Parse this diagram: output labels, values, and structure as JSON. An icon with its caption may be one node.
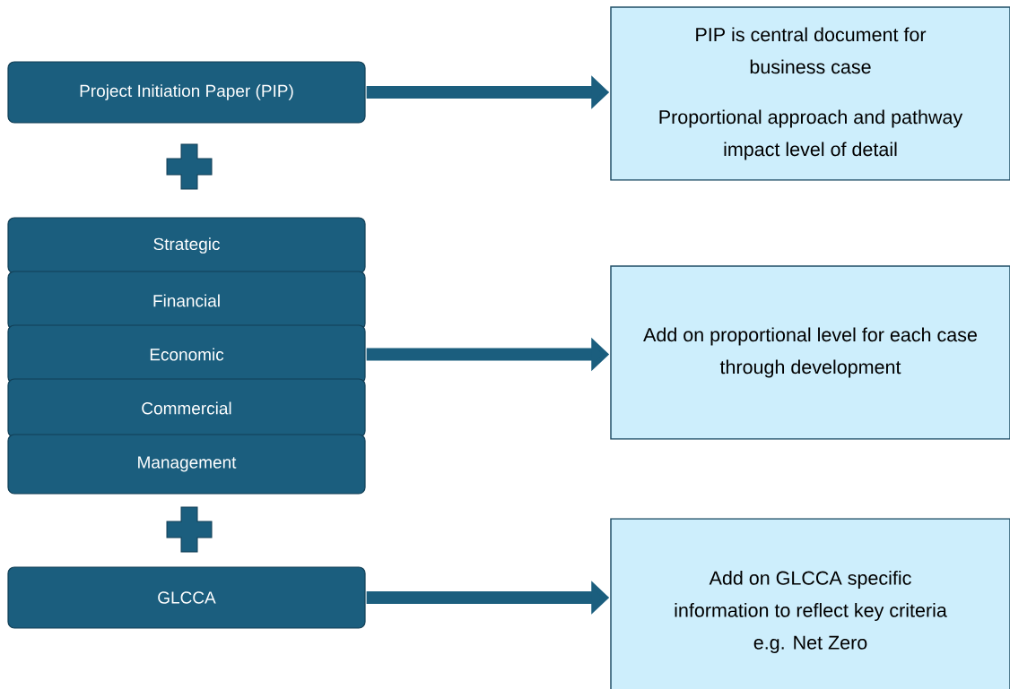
{
  "diagram": {
    "nodes": [
      {
        "text": [
          "Project Initiation Paper (PIP)"
        ]
      },
      {
        "text": [
          "Strategic"
        ]
      },
      {
        "text": [
          "Financial"
        ]
      },
      {
        "text": [
          "Economic"
        ]
      },
      {
        "text": [
          "Commercial"
        ]
      },
      {
        "text": [
          "Management"
        ]
      },
      {
        "text": [
          "GLCCA"
        ]
      },
      {
        "text": [
          "PIP is central document for business case",
          "Proportional approach and pathway impact level of detail"
        ]
      },
      {
        "text": [
          "Add on proportional level for each case through development"
        ]
      },
      {
        "text": [
          "Add on GLCCA specific information to reflect key criteria e.g. Net Zero"
        ]
      }
    ],
    "edges": [
      {
        "from": 0,
        "to": 7,
        "arrow": "to"
      },
      {
        "from": 3,
        "to": 8,
        "arrow": "to"
      },
      {
        "from": 6,
        "to": 9,
        "arrow": "to"
      }
    ]
  }
}
